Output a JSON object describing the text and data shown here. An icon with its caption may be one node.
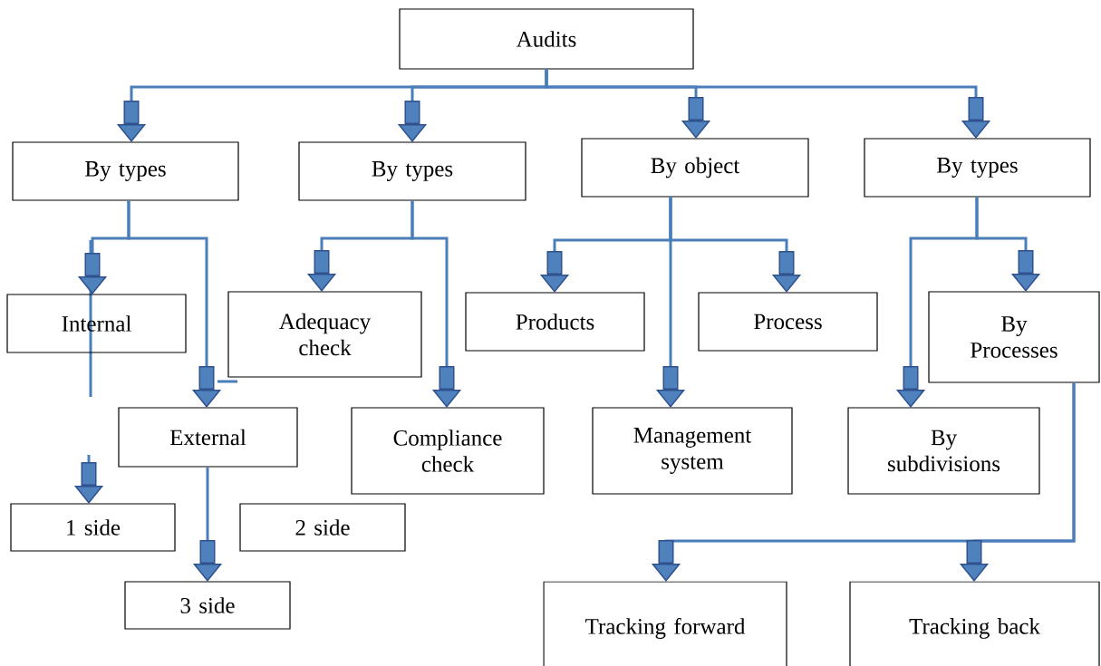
{
  "diagram": {
    "nodes": [
      {
        "text": [
          "Audits"
        ]
      },
      {
        "text": [
          "By types"
        ]
      },
      {
        "text": [
          "By types"
        ]
      },
      {
        "text": [
          "By object"
        ]
      },
      {
        "text": [
          "By types"
        ]
      },
      {
        "text": [
          "Internal"
        ]
      },
      {
        "text": [
          "Adequacy check"
        ]
      },
      {
        "text": [
          "Products"
        ]
      },
      {
        "text": [
          "Process"
        ]
      },
      {
        "text": [
          "By Processes"
        ]
      },
      {
        "text": [
          "External"
        ]
      },
      {
        "text": [
          "Compliance check"
        ]
      },
      {
        "text": [
          "Management system"
        ]
      },
      {
        "text": [
          "By subdivisions"
        ]
      },
      {
        "text": [
          "1 side"
        ]
      },
      {
        "text": [
          "2 side"
        ]
      },
      {
        "text": [
          "3 side"
        ]
      },
      {
        "text": [
          "Tracking forward"
        ]
      },
      {
        "text": [
          "Tracking back"
        ]
      }
    ],
    "edges": [
      {
        "from": 0,
        "to": 1,
        "arrow": "to"
      },
      {
        "from": 0,
        "to": 2,
        "arrow": "to"
      },
      {
        "from": 0,
        "to": 3,
        "arrow": "to"
      },
      {
        "from": 0,
        "to": 4,
        "arrow": "to"
      },
      {
        "from": 1,
        "to": 5,
        "arrow": "to"
      },
      {
        "from": 1,
        "to": 10,
        "arrow": "to"
      },
      {
        "from": 2,
        "to": 6,
        "arrow": "to"
      },
      {
        "from": 2,
        "to": 11,
        "arrow": "to"
      },
      {
        "from": 3,
        "to": 7,
        "arrow": "to"
      },
      {
        "from": 3,
        "to": 8,
        "arrow": "to"
      },
      {
        "from": 3,
        "to": 12,
        "arrow": "to"
      },
      {
        "from": 4,
        "to": 13,
        "arrow": "to"
      },
      {
        "from": 4,
        "to": 9,
        "arrow": "to"
      },
      {
        "from": 9,
        "to": 17,
        "arrow": "to"
      },
      {
        "from": 9,
        "to": 18,
        "arrow": "to"
      },
      {
        "from": 10,
        "to": 16,
        "arrow": "to"
      },
      {
        "from": null,
        "to": 14,
        "arrow": "to"
      }
    ]
  }
}
